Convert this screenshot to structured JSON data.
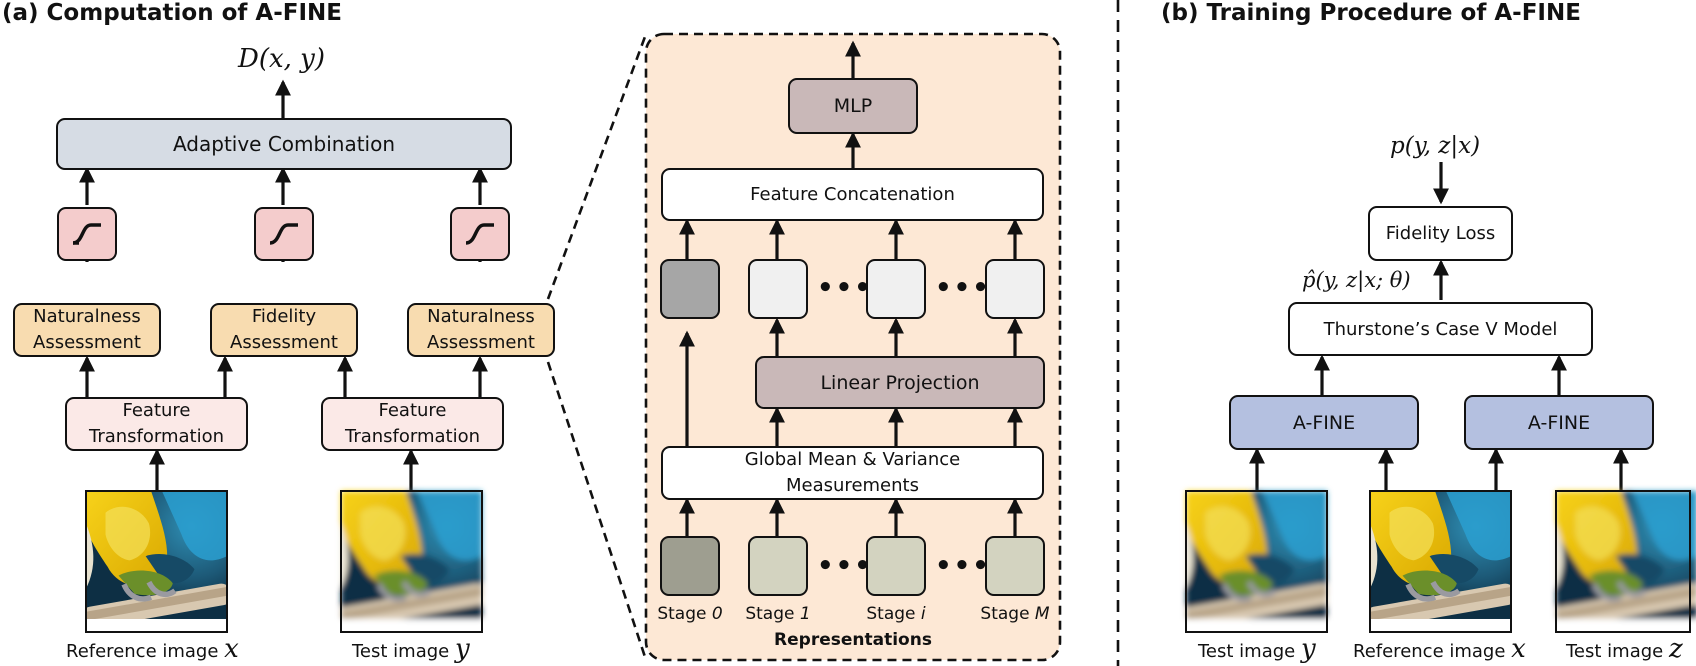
{
  "left_panel": {
    "title": "(a) Computation of A-FINE",
    "output_label": "D(x, y)",
    "adaptive_combination": "Adaptive Combination",
    "assess_boxes": [
      {
        "line1": "Naturalness",
        "line2": "Assessment"
      },
      {
        "line1": "Fidelity",
        "line2": "Assessment"
      },
      {
        "line1": "Naturalness",
        "line2": "Assessment"
      }
    ],
    "transform_boxes": [
      {
        "line1": "Feature",
        "line2": "Transformation"
      },
      {
        "line1": "Feature",
        "line2": "Transformation"
      }
    ],
    "captions": [
      {
        "text": "Reference image ",
        "var": "x"
      },
      {
        "text": "Test image ",
        "var": "y"
      }
    ]
  },
  "zoom_panel": {
    "mlp": "MLP",
    "concat": "Feature Concatenation",
    "linear_projection": "Linear Projection",
    "global_stats": {
      "line1": "Global Mean & Variance",
      "line2": "Measurements"
    },
    "stages": [
      {
        "prefix": "Stage ",
        "index": "0"
      },
      {
        "prefix": "Stage ",
        "index": "1"
      },
      {
        "prefix": "Stage ",
        "index": "i"
      },
      {
        "prefix": "Stage ",
        "index": "M"
      }
    ],
    "representations": "Representations",
    "ellipsis": "•••"
  },
  "right_panel": {
    "title": "(b) Training Procedure of A-FINE",
    "target_label": "p(y, z|x)",
    "fidelity_loss": "Fidelity Loss",
    "prediction_label": "p̂(y, z|x; θ)",
    "thurstone": "Thurstone’s Case V Model",
    "afine_boxes": [
      "A-FINE",
      "A-FINE"
    ],
    "captions": [
      {
        "text": "Test image ",
        "var": "y"
      },
      {
        "text": "Reference image ",
        "var": "x"
      },
      {
        "text": "Test image ",
        "var": "z"
      }
    ]
  },
  "colors": {
    "adaptive_fill": "#d6dce4",
    "sigmoid_fill": "#f4cccc",
    "assess_fill": "#f8dcb0",
    "transform_fill": "#fbe9e7",
    "zoom_bg": "#fde8d5",
    "mlp_fill": "#c9b8b8",
    "linear_fill": "#c9b8b8",
    "stage0_fill": "#9e9e90",
    "stage_fill": "#d3d3c0",
    "projected0_fill": "#a6a6a6",
    "projected_fill": "#f0f0f0",
    "afine_fill": "#b4c0e0"
  },
  "icons": [
    "sigmoid-icon",
    "parrot-image"
  ]
}
